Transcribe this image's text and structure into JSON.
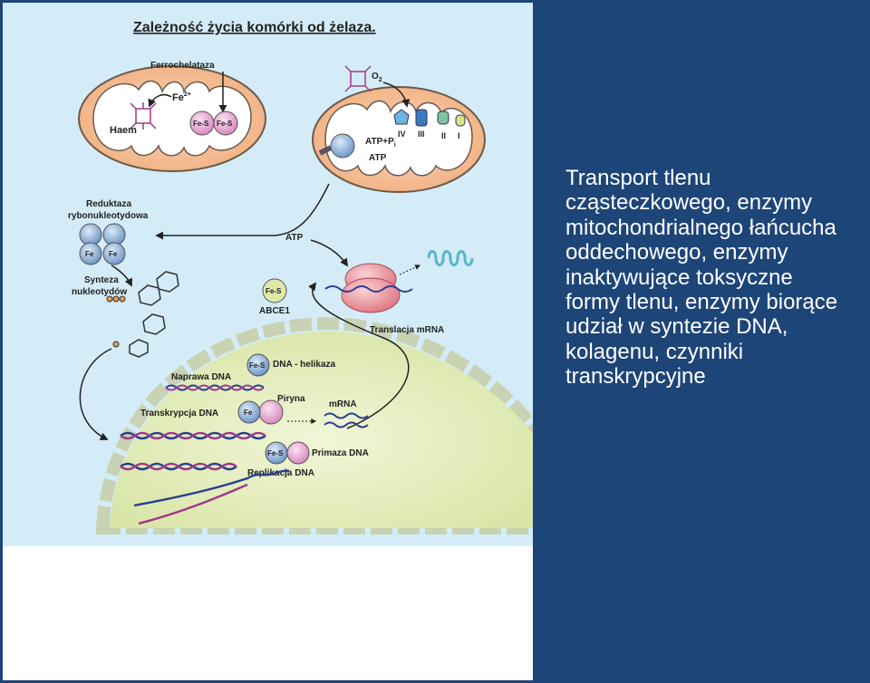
{
  "figure": {
    "title": "Zależność życia komórki od żelaza.",
    "labels": {
      "ferrochelatase": "Ferrochelataza",
      "fe2": "Fe",
      "fe2_charge": "2+",
      "haem": "Haem",
      "fes_1": "Fe-S",
      "fes_2": "Fe-S",
      "o2": "O",
      "o2_sub": "2",
      "complex_iv": "IV",
      "complex_iii": "III",
      "complex_ii": "II",
      "complex_i": "I",
      "atp_pi": "ATP+P",
      "atp_pi_sub": "i",
      "atp_mito": "ATP",
      "reductase_line1": "Reduktaza",
      "reductase_line2": "rybonukleotydowa",
      "fe_a": "Fe",
      "fe_b": "Fe",
      "synthesis_line1": "Synteza",
      "synthesis_line2": "nukleotydów",
      "atp_cyto": "ATP",
      "fes_abce": "Fe-S",
      "abce1": "ABCE1",
      "translation": "Translacja mRNA",
      "fes_helicase": "Fe-S",
      "helicase": "DNA - helikaza",
      "dna_repair": "Naprawa DNA",
      "piryna": "Piryna",
      "fe_piryna": "Fe",
      "transcription": "Transkrypcja DNA",
      "mrna": "mRNA",
      "fes_primase": "Fe-S",
      "primase": "Primaza DNA",
      "replication": "Replikacja DNA"
    }
  },
  "caption": {
    "text": "Transport tlenu\ncząsteczkowego,  enzymy\nmitochondrialnego łańcucha\noddechowego, enzymy\ninaktywujące toksyczne\nformy tlenu, enzymy biorące\nudział w syntezie DNA,\nkolagenu, czynniki\ntranskrypcyjne"
  },
  "colors": {
    "background": "#1e4577",
    "figure_bg": "#d4ecf7",
    "nucleus_fill": "#e9f1c9",
    "mito_fill": "#f6c39b",
    "caption_text": "#ffffff"
  }
}
